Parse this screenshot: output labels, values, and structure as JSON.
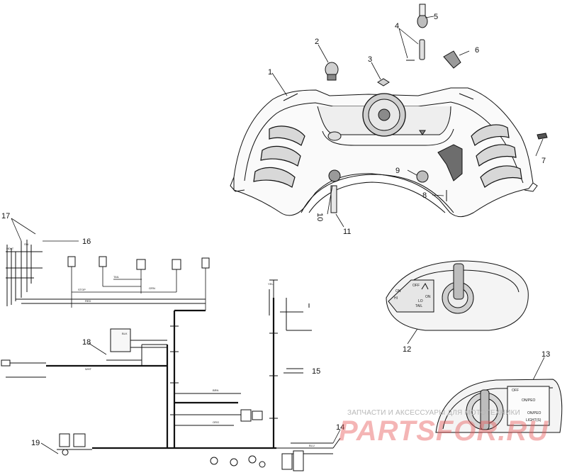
{
  "callouts": [
    "1",
    "2",
    "3",
    "4",
    "5",
    "6",
    "7",
    "8",
    "9",
    "10",
    "11",
    "12",
    "13",
    "14",
    "15",
    "16",
    "17",
    "18",
    "19"
  ],
  "switch12": {
    "labels": [
      "OFF",
      "ON",
      "HI",
      "LO",
      "TAIL",
      "ON"
    ]
  },
  "switch13": {
    "labels": [
      "OFF",
      "ON/PEO",
      "ON/PEO",
      "LIGHT(S)"
    ]
  },
  "wiring_tags": [
    "HDLT",
    "SW",
    "STOP",
    "TAIL",
    "GRN",
    "RED",
    "BLK",
    "WHT",
    "BRN",
    "ORG",
    "YEL",
    "BLU"
  ],
  "watermark": {
    "text": "ЗАПЧАСТИ И АКСЕССУАРЫ ДЛЯ МОТОТЕХНИКИ",
    "logo": "PARTSFOR.RU"
  },
  "colors": {
    "ink": "#111111",
    "shade": "#9a9a9a",
    "watermark": "#e75c5c"
  }
}
